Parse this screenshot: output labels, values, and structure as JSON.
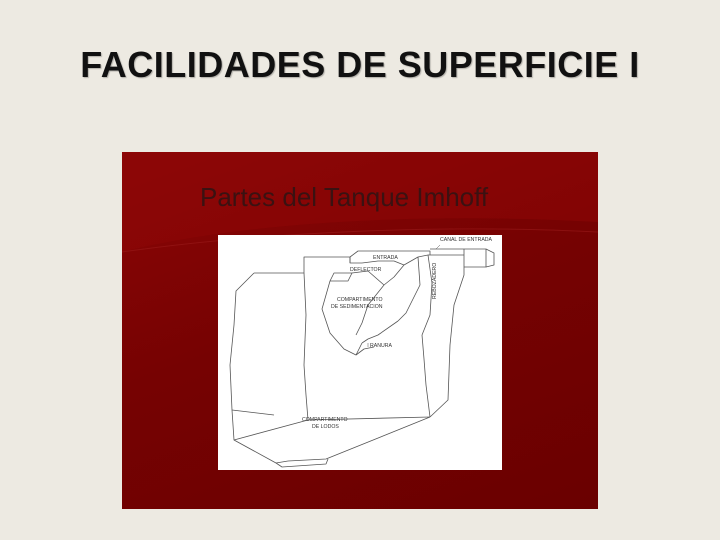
{
  "slide": {
    "title": "FACILIDADES DE SUPERFICIE I"
  },
  "image": {
    "heading": "Partes del Tanque Imhoff",
    "labels": {
      "canal_entrada": "CANAL DE ENTRADA",
      "entrada": "ENTRADA",
      "deflector": "DEFLECTOR",
      "rebozadero": "REBOZADERO",
      "compartimento_sed_1": "COMPARTIMENTO",
      "compartimento_sed_2": "DE SEDIMENTACION",
      "ranura": "RANURA",
      "compartimento_lodos_1": "COMPARTIMENTO",
      "compartimento_lodos_2": "DE LODOS"
    }
  },
  "colors": {
    "background": "#edeae2",
    "panel_red": "#760202",
    "diagram_bg": "#ffffff"
  }
}
